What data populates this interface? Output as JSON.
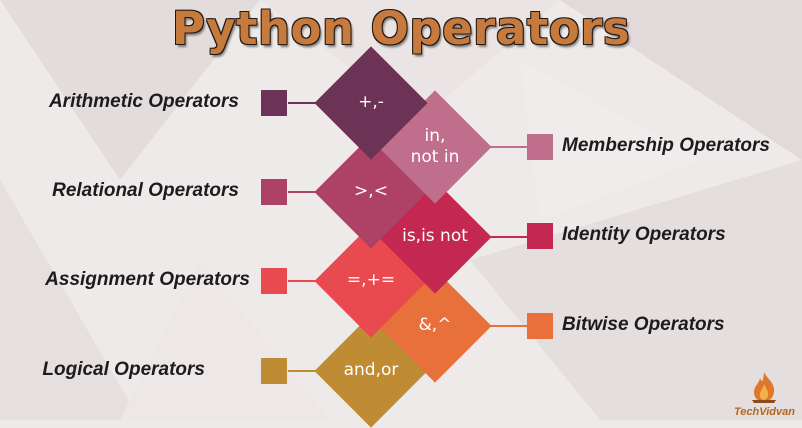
{
  "title": "Python Operators",
  "brand": "TechVidvan",
  "colors": {
    "arithmetic": "#6d3356",
    "membership": "#bf6f8c",
    "relational": "#ad4266",
    "identity": "#c42850",
    "assignment": "#e94a4f",
    "bitwise": "#e8703b",
    "logical": "#c08c33"
  },
  "operators": [
    {
      "category": "Arithmetic Operators",
      "symbols": "+,-",
      "side": "left"
    },
    {
      "category": "Membership Operators",
      "symbols_line1": "in,",
      "symbols_line2": "not in",
      "side": "right"
    },
    {
      "category": "Relational Operators",
      "symbols": ">,<",
      "side": "left"
    },
    {
      "category": "Identity Operators",
      "symbols": "is,is not",
      "side": "right"
    },
    {
      "category": "Assignment Operators",
      "symbols": "=,+=",
      "side": "left"
    },
    {
      "category": "Bitwise Operators",
      "symbols": "&,^",
      "side": "right"
    },
    {
      "category": "Logical Operators",
      "symbols": "and,or",
      "side": "left"
    }
  ]
}
